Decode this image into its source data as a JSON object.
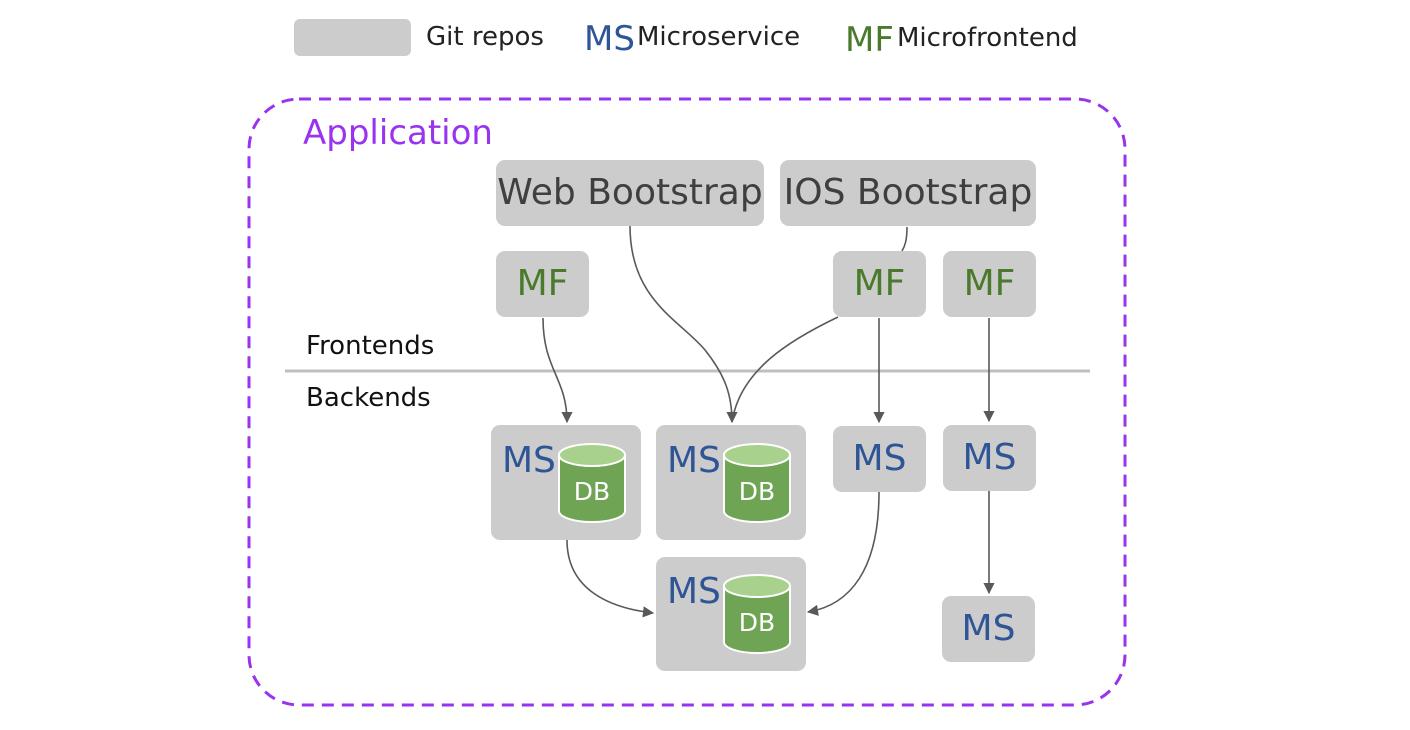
{
  "legend": {
    "git_repos": "Git repos",
    "ms_abbr": "MS",
    "microservice": "Microservice",
    "mf_abbr": "MF",
    "microfrontend": "Microfrontend"
  },
  "application": {
    "title": "Application"
  },
  "sections": {
    "frontends": "Frontends",
    "backends": "Backends"
  },
  "bootstraps": {
    "web": "Web Bootstrap",
    "ios": "IOS Bootstrap"
  },
  "microfrontends": [
    "MF",
    "MF",
    "MF"
  ],
  "microservices": [
    "MS",
    "MS",
    "MS",
    "MS",
    "MS",
    "MS"
  ],
  "databases": [
    "DB",
    "DB",
    "DB"
  ],
  "colors": {
    "repo": "#cccccc",
    "microservice": "#2f5597",
    "microfrontend": "#4a7a2c",
    "application": "#9933ee",
    "db_body": "#70a455",
    "db_top": "#a9d18e",
    "arrow": "#595959",
    "divider": "#bfbfbf"
  }
}
